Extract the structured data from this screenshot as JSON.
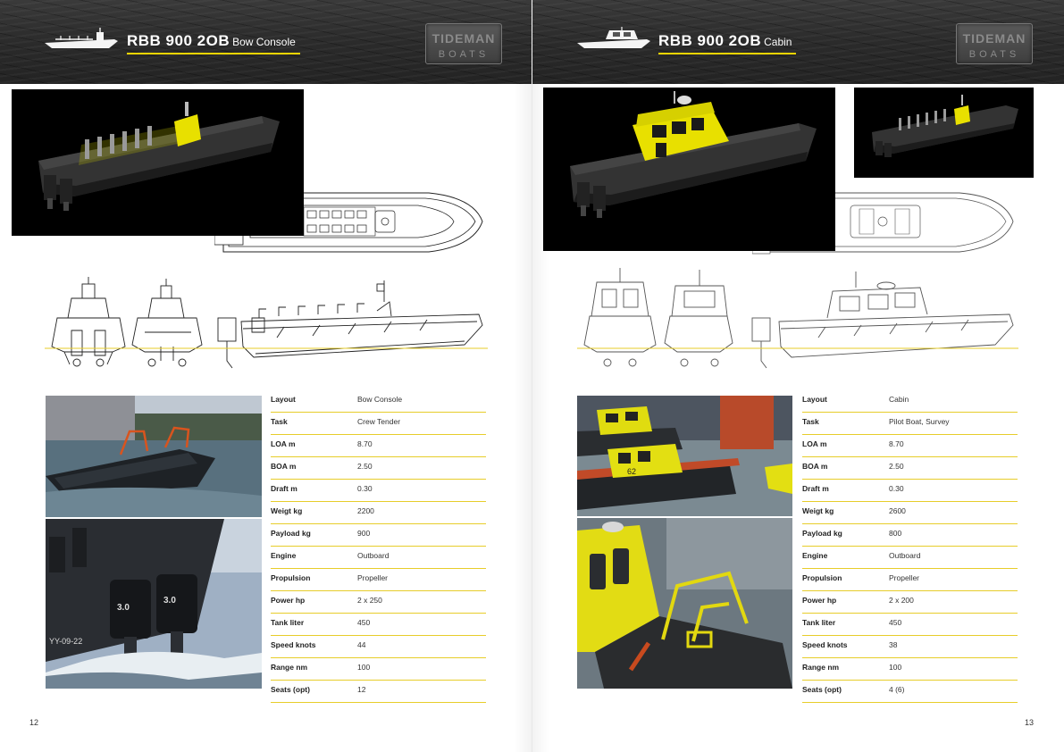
{
  "left_page": {
    "header": {
      "model": "RBB 900 2OB",
      "variant": "Bow Console",
      "logo_text_top": "TIDEMAN",
      "logo_text_bottom": "BOATS"
    },
    "specs": [
      {
        "label": "Layout",
        "value": "Bow Console"
      },
      {
        "label": "Task",
        "value": "Crew Tender"
      },
      {
        "label": "LOA m",
        "value": "8.70"
      },
      {
        "label": "BOA m",
        "value": "2.50"
      },
      {
        "label": "Draft m",
        "value": "0.30"
      },
      {
        "label": "Weigt kg",
        "value": "2200"
      },
      {
        "label": "Payload kg",
        "value": "900"
      },
      {
        "label": "Engine",
        "value": "Outboard"
      },
      {
        "label": "Propulsion",
        "value": "Propeller"
      },
      {
        "label": "Power hp",
        "value": "2 x 250"
      },
      {
        "label": "Tank liter",
        "value": "450"
      },
      {
        "label": "Speed knots",
        "value": "44"
      },
      {
        "label": "Range nm",
        "value": "100"
      },
      {
        "label": "Seats (opt)",
        "value": "12"
      }
    ],
    "photo_texts": {
      "engine_brand": "3.0",
      "hull_registration": "YY-09-22"
    },
    "page_number": "12"
  },
  "right_page": {
    "header": {
      "model": "RBB 900 2OB",
      "variant": "Cabin",
      "logo_text_top": "TIDEMAN",
      "logo_text_bottom": "BOATS"
    },
    "specs": [
      {
        "label": "Layout",
        "value": "Cabin"
      },
      {
        "label": "Task",
        "value": "Pilot Boat, Survey"
      },
      {
        "label": "LOA m",
        "value": "8.70"
      },
      {
        "label": "BOA m",
        "value": "2.50"
      },
      {
        "label": "Draft m",
        "value": "0.30"
      },
      {
        "label": "Weigt kg",
        "value": "2600"
      },
      {
        "label": "Payload kg",
        "value": "800"
      },
      {
        "label": "Engine",
        "value": "Outboard"
      },
      {
        "label": "Propulsion",
        "value": "Propeller"
      },
      {
        "label": "Power hp",
        "value": "2 x 200"
      },
      {
        "label": "Tank liter",
        "value": "450"
      },
      {
        "label": "Speed knots",
        "value": "38"
      },
      {
        "label": "Range nm",
        "value": "100"
      },
      {
        "label": "Seats (opt)",
        "value": "4 (6)"
      }
    ],
    "photo_texts": {
      "hull_number": "62"
    },
    "page_number": "13"
  },
  "colors": {
    "accent": "#f2d500",
    "header_bg": "#2e2e2e",
    "hull": "#2a2a2a",
    "console_yellow": "#e8e000"
  }
}
